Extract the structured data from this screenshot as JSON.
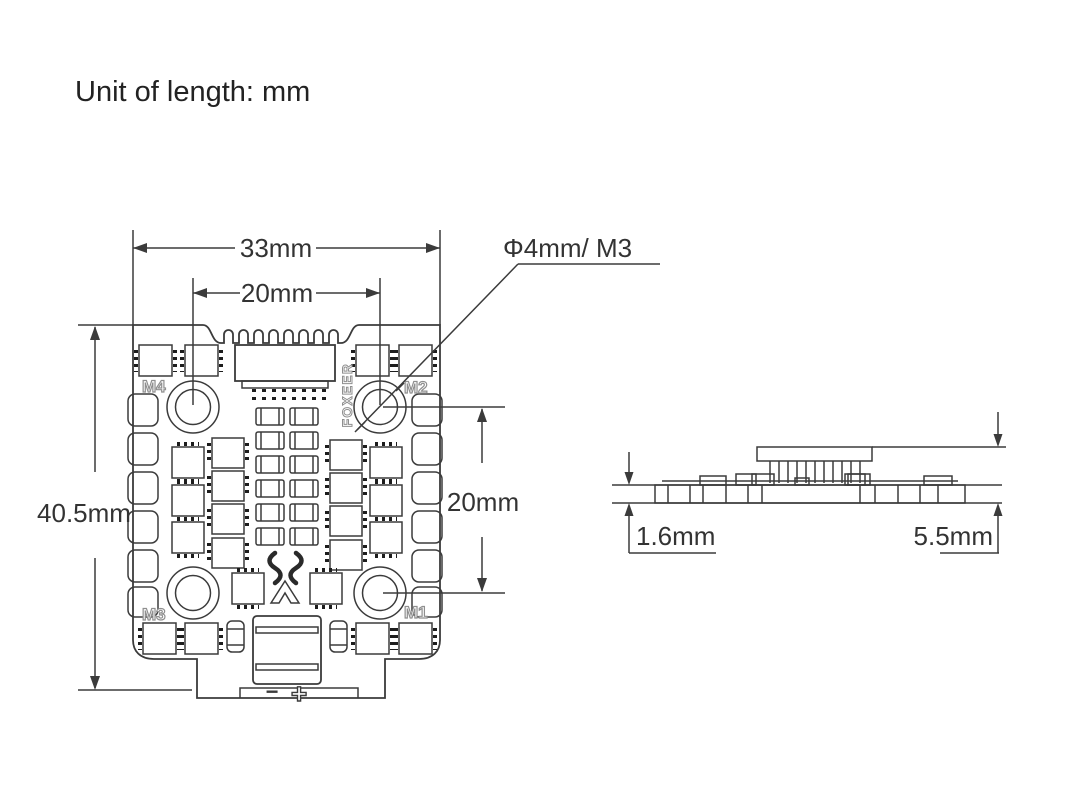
{
  "title": "Unit of length: mm",
  "colors": {
    "background": "#ffffff",
    "line": "#3b3b3b",
    "dimension_text": "#333333",
    "silkscreen": "#8f8f8f"
  },
  "top_view": {
    "dimensions": {
      "board_width": "33mm",
      "mount_spacing_horizontal": "20mm",
      "board_height": "40.5mm",
      "mount_spacing_vertical": "20mm",
      "mount_hole_callout": "Φ4mm/ M3"
    },
    "silkscreen": {
      "m1": "M1",
      "m2": "M2",
      "m3": "M3",
      "m4": "M4",
      "brand": "FOXEER"
    },
    "battery_pads": {
      "negative": "−",
      "positive": "+"
    }
  },
  "side_view": {
    "dimensions": {
      "pcb_thickness": "1.6mm",
      "overall_height": "5.5mm"
    }
  }
}
